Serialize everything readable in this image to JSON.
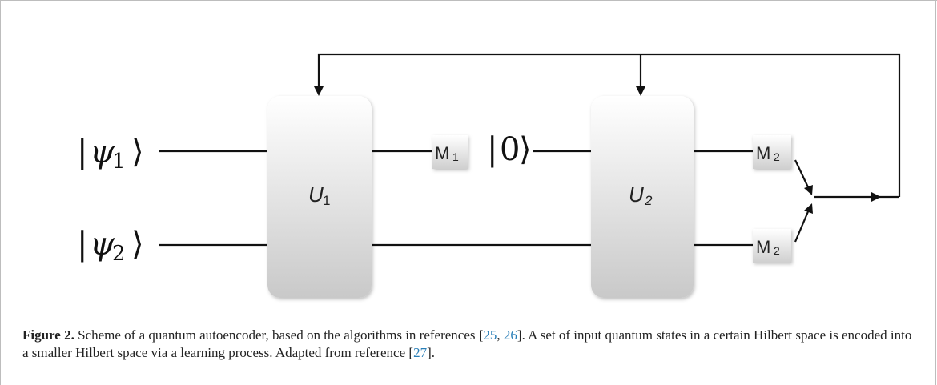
{
  "diagram": {
    "inputs": {
      "psi1": {
        "symbol": "ψ",
        "sub": "1"
      },
      "psi2": {
        "symbol": "ψ",
        "sub": "2"
      },
      "zero": {
        "symbol": "0"
      }
    },
    "gates": {
      "u1": {
        "symbol": "U",
        "sub": "1"
      },
      "u2": {
        "symbol": "U",
        "sub": "2"
      }
    },
    "measurements": {
      "m1": {
        "symbol": "M",
        "sub": "1"
      },
      "m2_top": {
        "symbol": "M",
        "sub": "2"
      },
      "m2_bottom": {
        "symbol": "M",
        "sub": "2"
      }
    },
    "colors": {
      "wire": "#111111",
      "gate_fill_top": "#ffffff",
      "gate_fill_bottom": "#c9c9c9",
      "reference_link": "#2a7fb8"
    }
  },
  "caption": {
    "label": "Figure 2.",
    "text_before_refs": " Scheme of a quantum autoencoder, based on the algorithms in references [",
    "ref_25": "25",
    "ref_sep": ", ",
    "ref_26": "26",
    "text_after_refs": "]. A set of input quantum states in a certain Hilbert space is encoded into a smaller Hilbert space via a learning process. Adapted from reference [",
    "ref_27": "27",
    "text_end": "]."
  }
}
